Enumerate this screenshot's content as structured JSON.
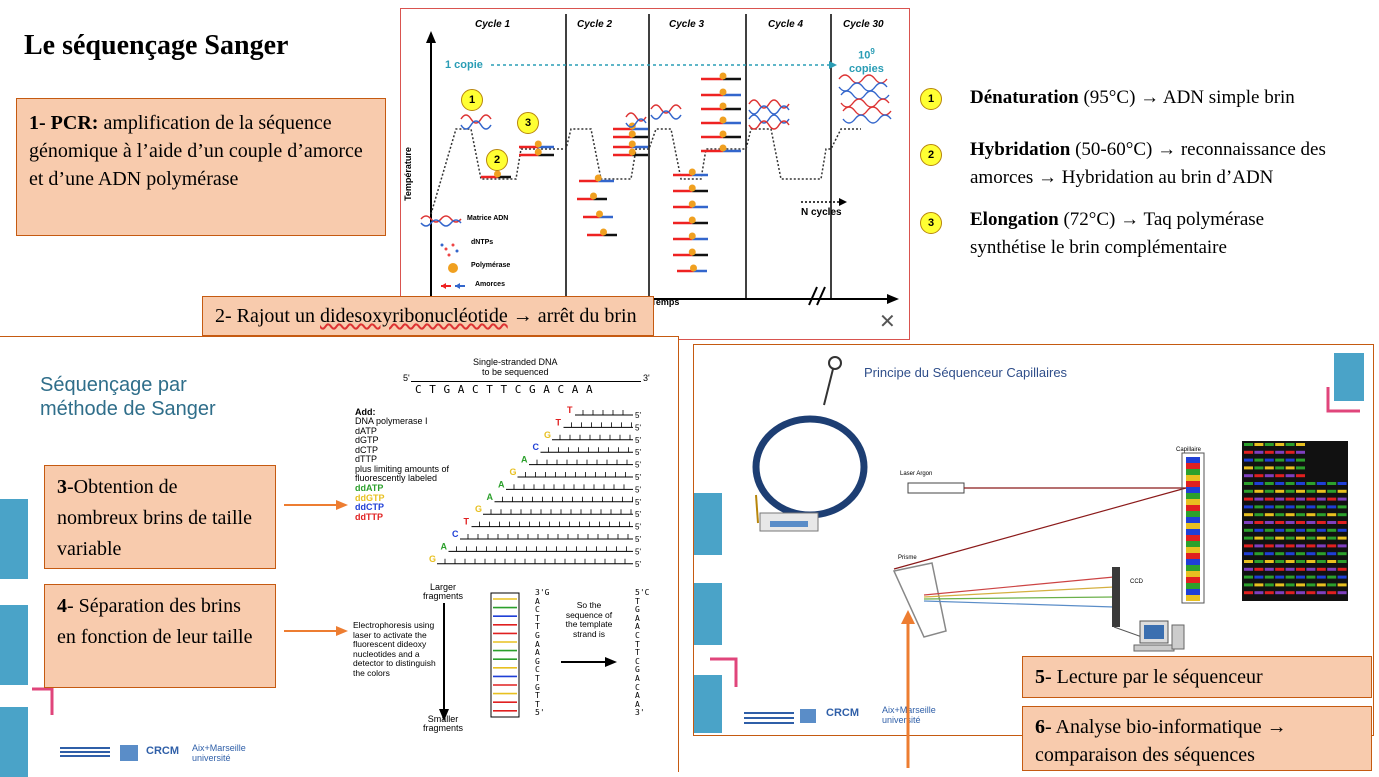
{
  "title": "Le séquençage Sanger",
  "box1": {
    "bold": "1- PCR:",
    "text": " amplification  de la séquence génomique à l’aide d’un couple d’amorce et d’une ADN polymérase"
  },
  "pcr": {
    "cycles": [
      "Cycle 1",
      "Cycle 2",
      "Cycle 3",
      "Cycle 4",
      "Cycle 30"
    ],
    "copy1": "1 copie",
    "copies_top": "10",
    "copies_exp": "9",
    "copies_bottom": "copies",
    "ylabel": "Température",
    "xlabel": "Temps",
    "n_cycles": "N cycles",
    "legend": [
      "Matrice ADN",
      "dNTPs",
      "Polymérase",
      "Amorces"
    ],
    "markers": [
      "1",
      "2",
      "3"
    ]
  },
  "steps": [
    {
      "num": "1",
      "bold": "Dénaturation",
      "text": "  (95°C) → ADN simple brin"
    },
    {
      "num": "2",
      "bold": "Hybridation",
      "text": " (50-60°C) → reconnaissance des amorces → Hybridation au brin d’ADN"
    },
    {
      "num": "3",
      "bold": "Elongation",
      "text": " (72°C) → Taq polymérase synthétise le brin complémentaire"
    }
  ],
  "box2": {
    "num": "2",
    "text_a": "- Rajout un ",
    "text_b": "didesoxyribonucléotide",
    "text_c": " → arrêt du brin"
  },
  "sanger_slide": {
    "title_line1": "Séquençage par",
    "title_line2": "méthode de Sanger",
    "ss_label1": "Single-stranded DNA",
    "ss_label2": "to be sequenced",
    "five": "5'",
    "three": "3'",
    "template": "C T G A C T T C G A C A A",
    "add": "Add:",
    "reagents": [
      "DNA polymerase I",
      "dATP",
      "dGTP",
      "dCTP",
      "dTTP",
      "plus limiting amounts of",
      "fluorescently labeled"
    ],
    "dd": [
      "ddATP",
      "ddGTP",
      "ddCTP",
      "ddTTP"
    ],
    "larger": "Larger fragments",
    "smaller": "Smaller fragments",
    "electro": "Electrophoresis using laser to activate the fluorescent dideoxy nucleotides and a detector to distinguish the colors",
    "so_seq": "So the sequence of the template strand is",
    "read_seq": "G A C T T G A A G C T G T T",
    "template_seq": "C T G A A C T T C G A C A A",
    "logos": [
      "CRCM",
      "Aix+Marseille université"
    ]
  },
  "box3": {
    "bold": "3",
    "text": "-Obtention de nombreux brins de taille variable"
  },
  "box4": {
    "bold": "4",
    "text": "- Séparation des brins en fonction de leur taille"
  },
  "capillary_slide": {
    "title": "Principe du Séquenceur Capillaires",
    "laser": "Laser Argon",
    "capillaire": "Capillaire",
    "prisme": "Prisme",
    "ccd": "CCD",
    "logos": [
      "CRCM",
      "Aix+Marseille université"
    ]
  },
  "box5": {
    "bold": "5",
    "text": "- Lecture par le séquenceur"
  },
  "box6": {
    "bold": "6",
    "text": "- Analyse bio-informatique → comparaison des séquences"
  },
  "close_glyph": "✕",
  "colors": {
    "box_fill": "#f8cbad",
    "box_border": "#c55a11",
    "arrow": "#ed7d31",
    "teal": "#4aa3c8",
    "pink": "#e0457b"
  }
}
